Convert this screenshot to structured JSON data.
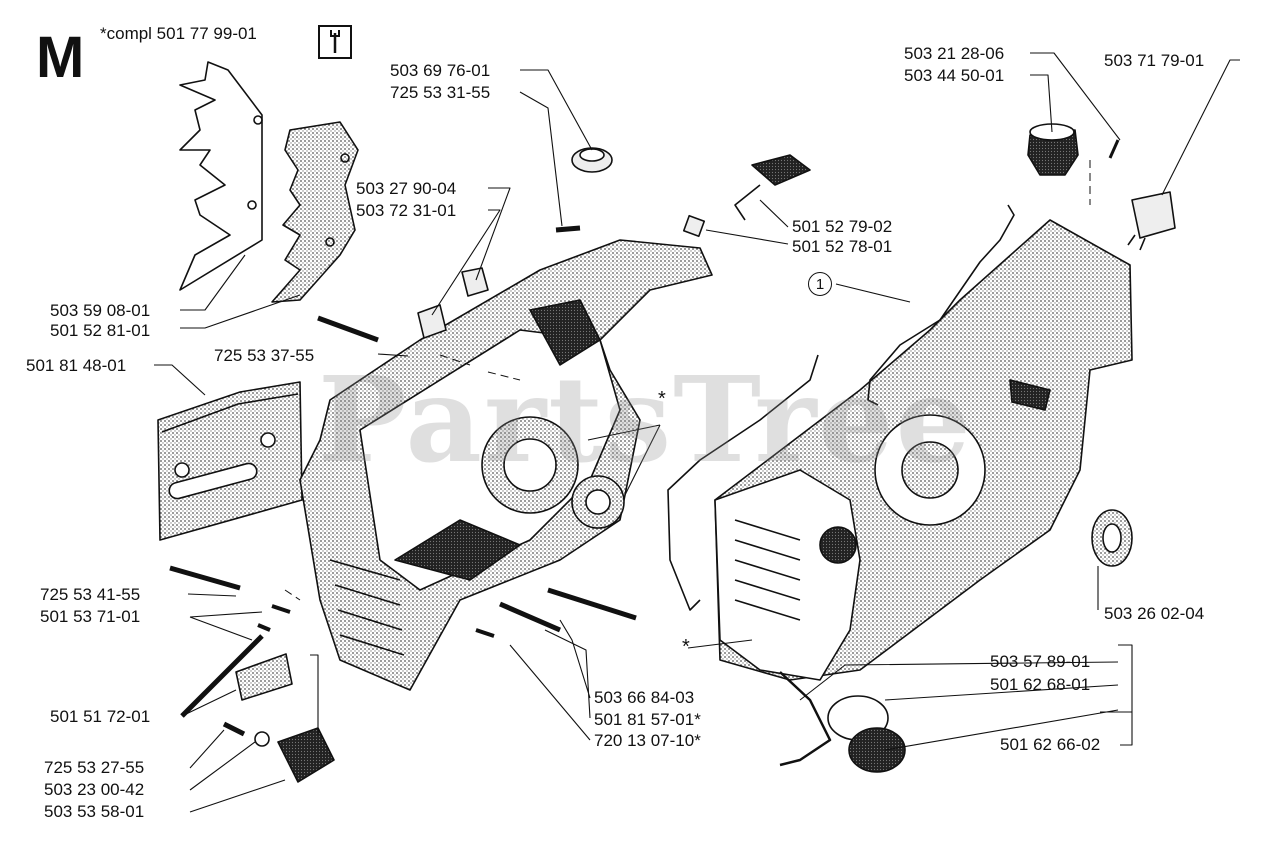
{
  "section_letter": "M",
  "assembly_note": "*compl 501 77 99-01",
  "tool_icon": "wrench-icon",
  "watermark": "PartsTree",
  "callout_number": "1",
  "part_labels": {
    "p503_69_76_01": "503 69 76-01",
    "p725_53_31_55": "725 53 31-55",
    "p503_27_90_04": "503 27 90-04",
    "p503_72_31_01": "503 72 31-01",
    "p503_59_08_01": "503 59 08-01",
    "p501_52_81_01": "501 52 81-01",
    "p725_53_37_55": "725 53 37-55",
    "p501_81_48_01": "501 81 48-01",
    "p503_21_28_06": "503 21 28-06",
    "p503_44_50_01": "503 44 50-01",
    "p503_71_79_01": "503 71 79-01",
    "p501_52_79_02": "501 52 79-02",
    "p501_52_78_01": "501 52 78-01",
    "star_bearing": "*",
    "star_crankcase": "*",
    "p725_53_41_55": "725 53 41-55",
    "p501_53_71_01": "501 53 71-01",
    "p501_51_72_01": "501 51 72-01",
    "p725_53_27_55": "725 53 27-55",
    "p503_23_00_42": "503 23 00-42",
    "p503_53_58_01": "503 53 58-01",
    "p503_66_84_03": "503 66 84-03",
    "p501_81_57_01": "501 81 57-01*",
    "p720_13_07_10": "720 13 07-10*",
    "p503_26_02_04": "503 26 02-04",
    "p503_57_89_01": "503 57 89-01",
    "p501_62_68_01": "501 62 68-01",
    "p501_62_66_02": "501 62 66-02"
  }
}
